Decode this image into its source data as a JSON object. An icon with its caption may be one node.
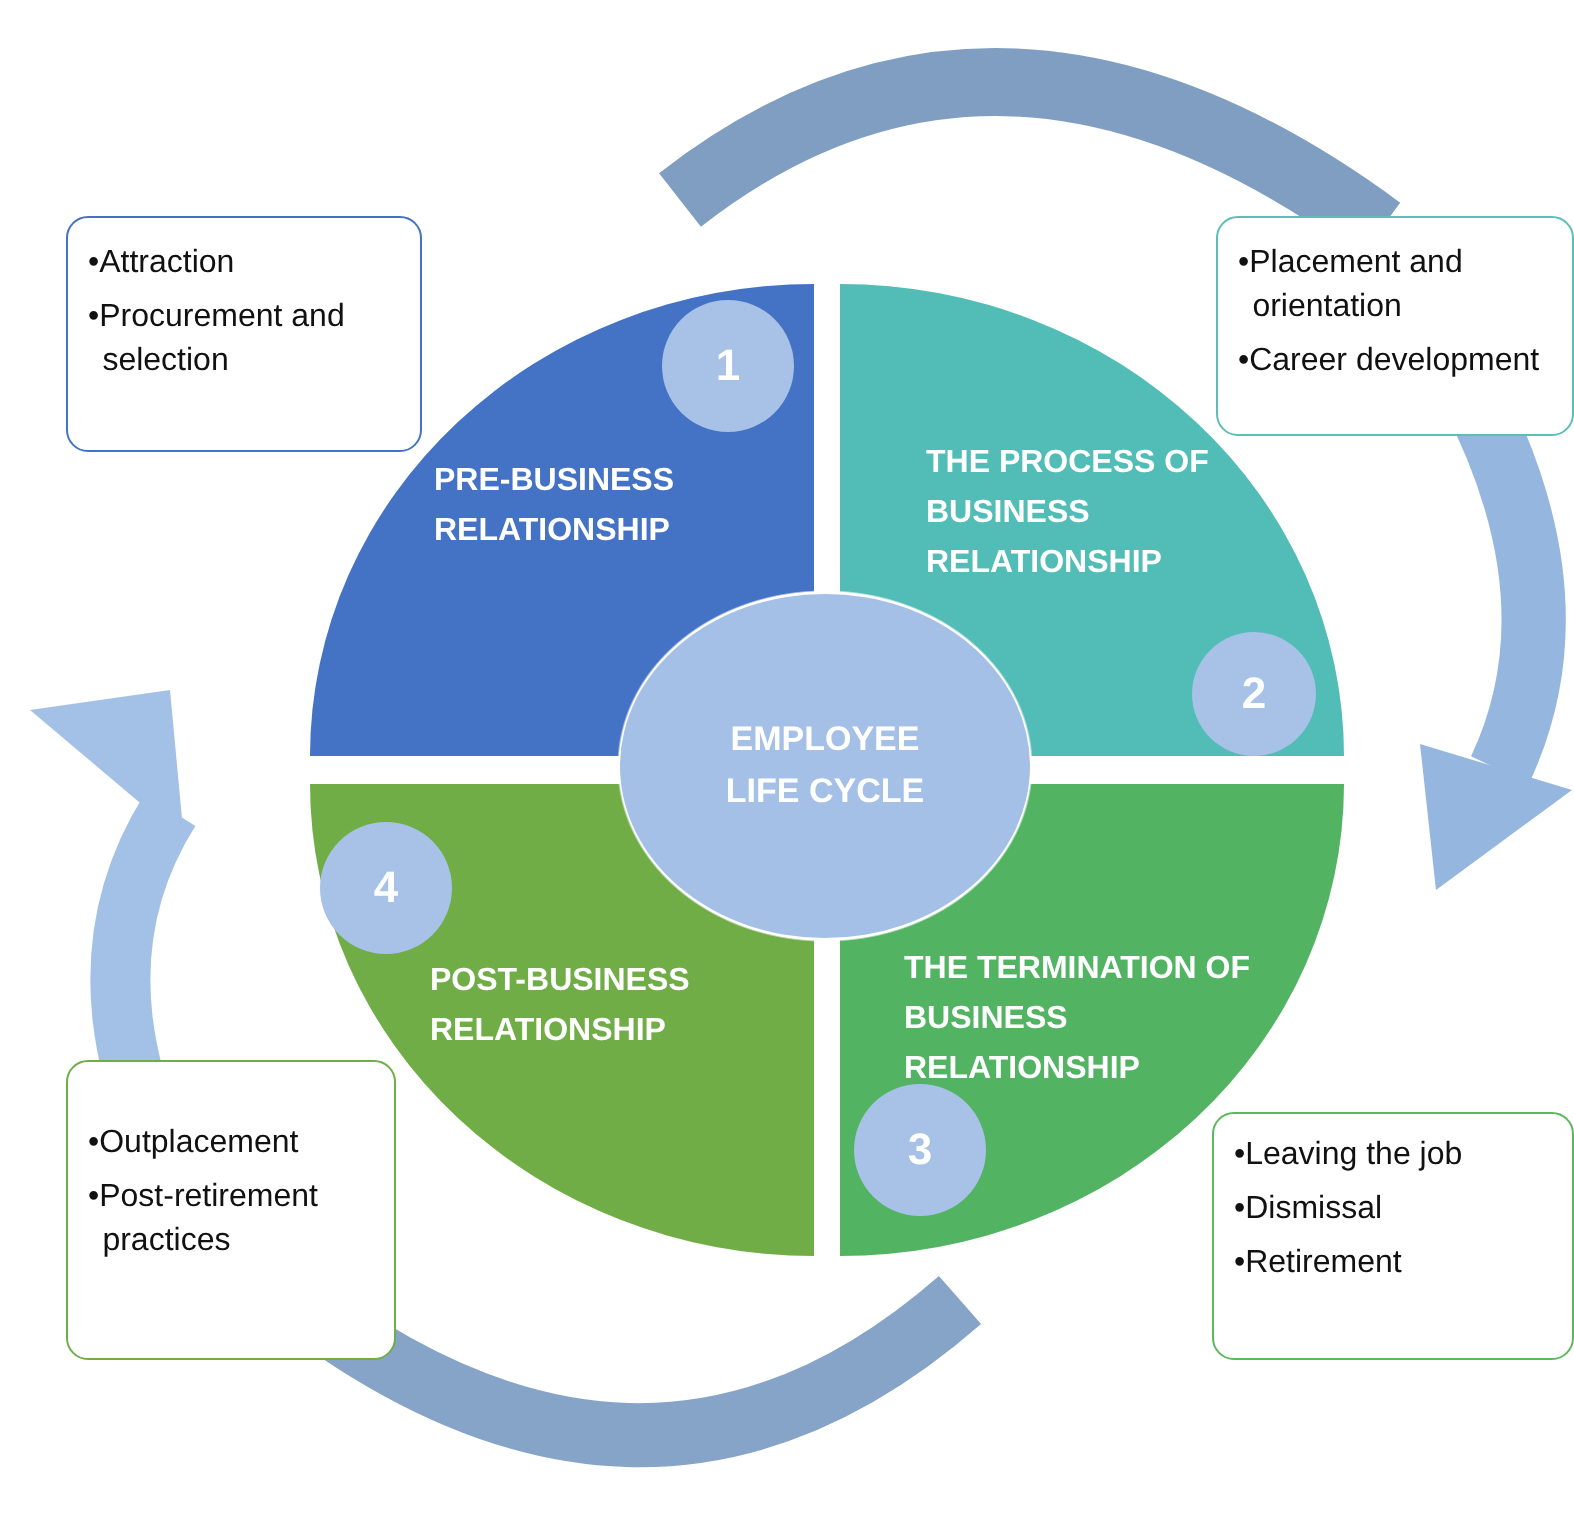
{
  "diagram": {
    "nodes": [
      {
        "text": [
          "•Attraction",
          "•Procurement and selection"
        ]
      },
      {
        "text": [
          "•Placement and orientation",
          "•Career development"
        ]
      },
      {
        "text": [
          "•Outplacement",
          "•Post-retirement practices"
        ]
      },
      {
        "text": [
          "•Leaving the job",
          "•Dismissal",
          "•Retirement"
        ]
      },
      {
        "text": [
          "PRE-BUSINESS RELATIONSHIP"
        ]
      },
      {
        "text": [
          "1"
        ],
        "in": 4
      },
      {
        "text": [
          "THE PROCESS OF BUSINESS RELATIONSHIP"
        ]
      },
      {
        "text": [
          "2"
        ],
        "in": 6
      },
      {
        "text": [
          "THE TERMINATION OF BUSINESS RELATIONSHIP"
        ]
      },
      {
        "text": [
          "3"
        ],
        "in": 8
      },
      {
        "text": [
          "POST-BUSINESS RELATIONSHIP"
        ]
      },
      {
        "text": [
          "4"
        ],
        "in": 10
      },
      {
        "text": [
          "EMPLOYEE LIFE CYCLE"
        ]
      }
    ],
    "edges": []
  }
}
